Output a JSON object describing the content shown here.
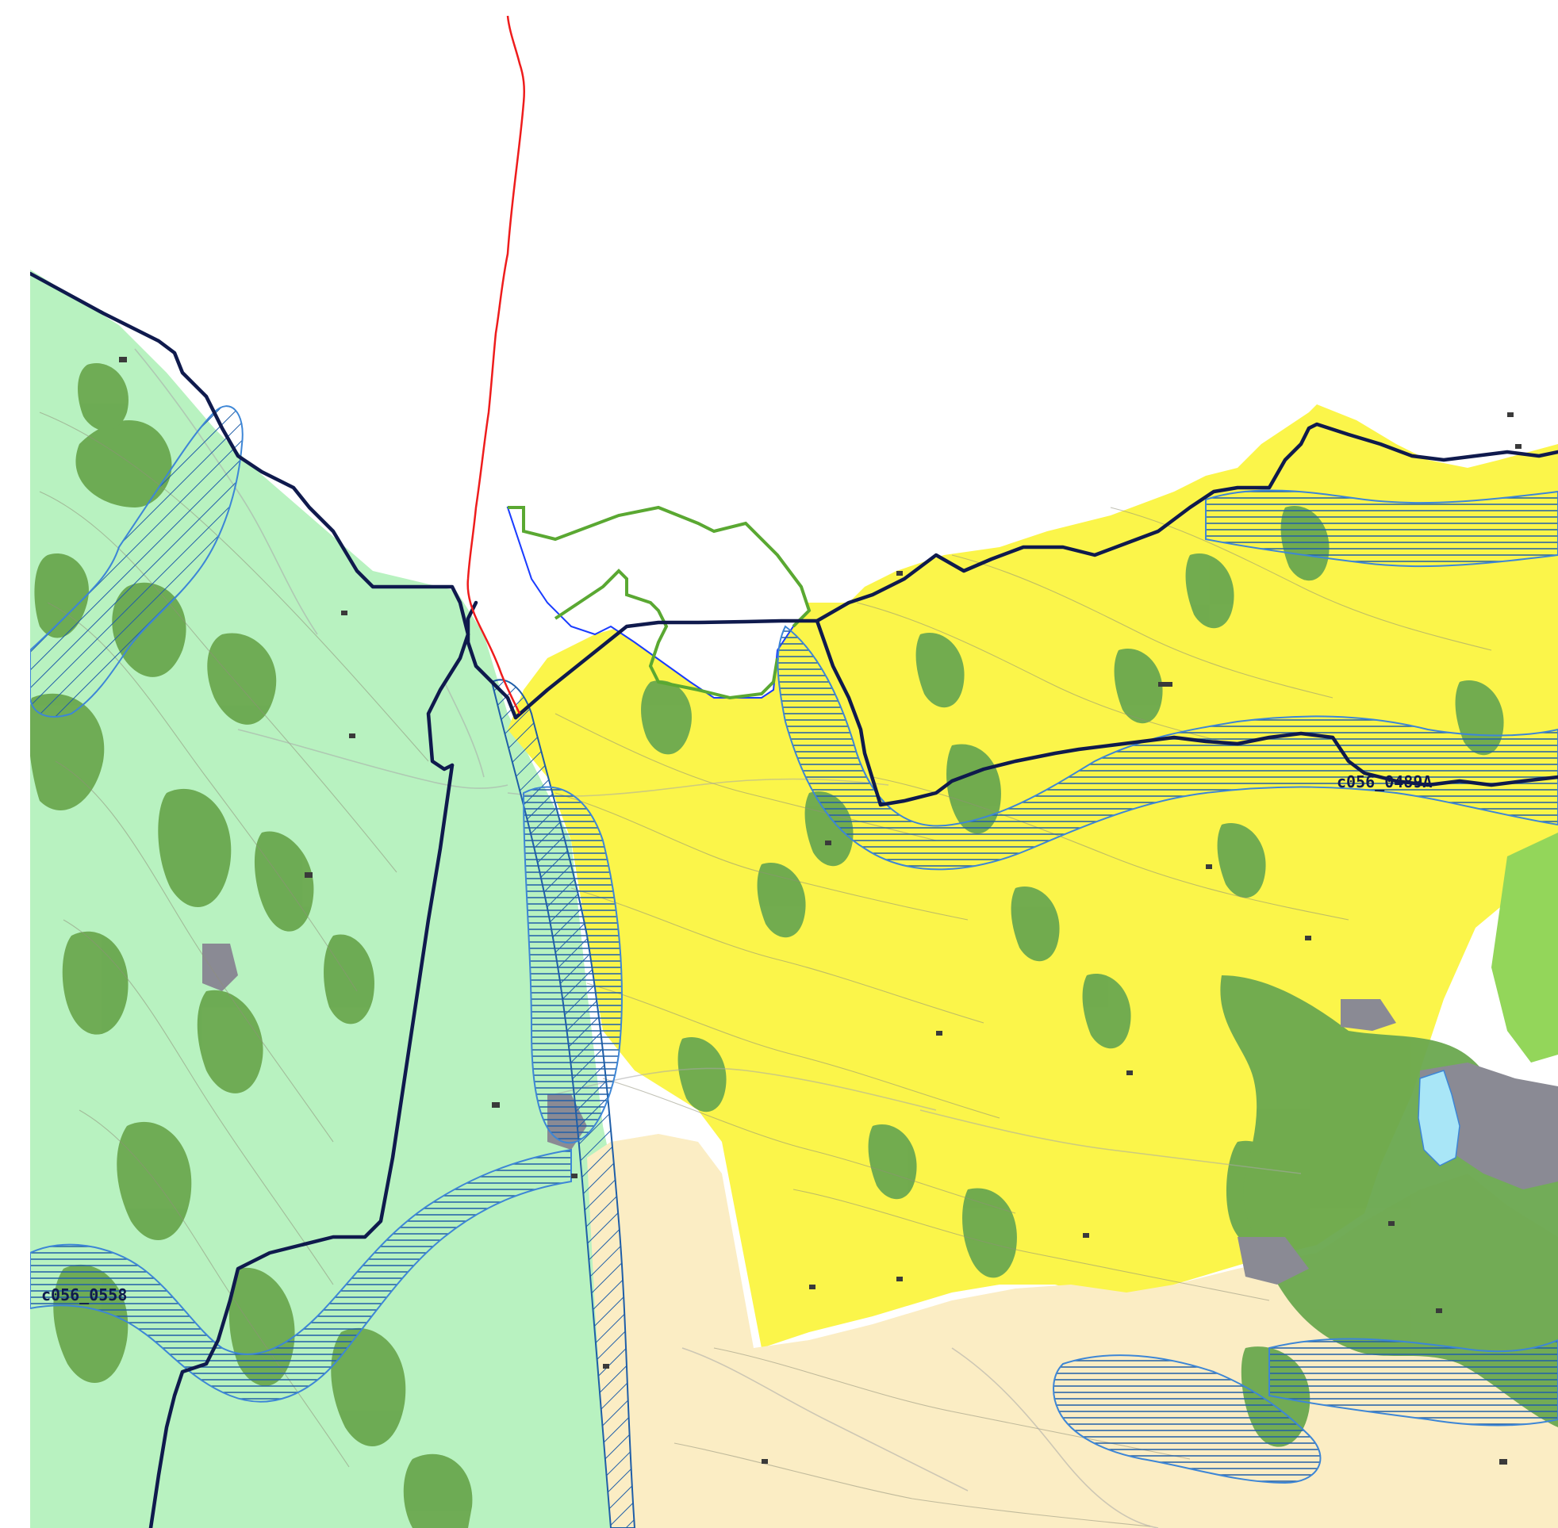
{
  "map": {
    "colors": {
      "background": "#ffffff",
      "zone_green_light": "#b8f2c0",
      "zone_yellow": "#fbf54a",
      "zone_beige": "#fbedc4",
      "forest_dark": "#6aa84f",
      "forest_medium": "#93d65a",
      "urban_gray": "#8a8a94",
      "water": "#a9e6f7",
      "boundary_navy": "#0f1a4d",
      "hatch_blue": "#1f5ea8",
      "buffer_blue": "#3d86d6",
      "quarry_green": "#5aa832",
      "road_red": "#ee1c1c",
      "contour": "#8f8f7a",
      "road_gray": "#a8a8a8"
    },
    "labels": [
      {
        "id": "c056_0558",
        "text": "c056_0558"
      },
      {
        "id": "c056_0489A",
        "text": "c056_0489A"
      }
    ]
  }
}
